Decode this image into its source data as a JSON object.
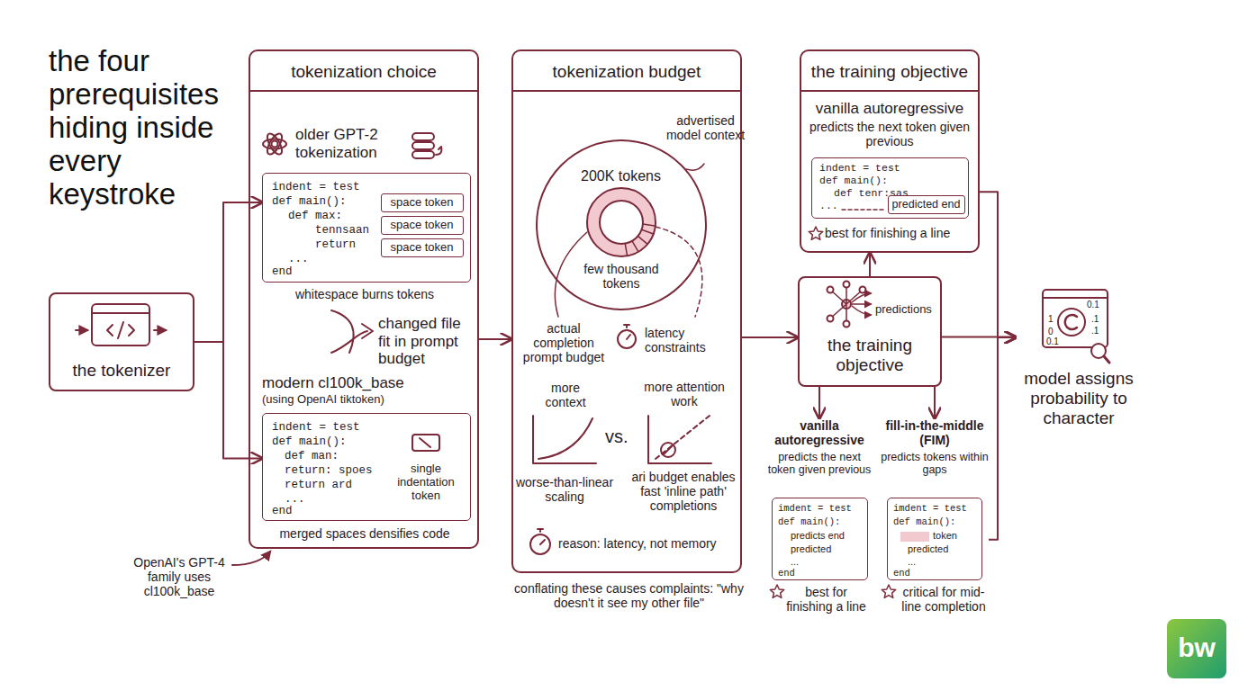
{
  "diagram": {
    "title": "the four prerequisites hiding inside every keystroke",
    "nodes": [
      {
        "text": [
          "the tokenizer"
        ]
      },
      {
        "text": [
          "tokenization choice"
        ]
      },
      {
        "text": [
          "indent = test",
          "def main():",
          "def max:",
          "tennsaan",
          "return",
          "...",
          "end"
        ],
        "in": 1
      },
      {
        "text": [
          "space token"
        ],
        "in": 2
      },
      {
        "text": [
          "space token"
        ],
        "in": 2
      },
      {
        "text": [
          "space token"
        ],
        "in": 2
      },
      {
        "text": [
          "indent = test",
          "def main():",
          "def man:",
          "return: spoes",
          "return ard",
          "...",
          "end",
          "single indentation token"
        ],
        "in": 1
      },
      {
        "text": [
          "tokenization budget"
        ]
      },
      {
        "text": [
          "200K tokens",
          "few thousand tokens"
        ],
        "in": 7
      },
      {
        "text": [
          "the training objective",
          "vanilla autoregressive",
          "predicts the next token given previous",
          "best for finishing a line"
        ]
      },
      {
        "text": [
          "indent = test",
          "def main():",
          "def tenr:sas",
          "..."
        ],
        "in": 9
      },
      {
        "text": [
          "predicted end"
        ],
        "in": 10
      },
      {
        "text": [
          "predictions",
          "the training objective"
        ]
      },
      {
        "text": [
          "vanilla autoregressive",
          "predicts the next token given previous",
          "imdent = test",
          "def main():",
          "predicts end",
          "predicted",
          "...",
          "end"
        ]
      },
      {
        "text": [
          "fill-in-the-middle (FIM)",
          "predicts tokens within gaps",
          "imdent = test",
          "def main():",
          "token",
          "predicted",
          "...",
          "end"
        ]
      },
      {
        "text": [
          "model assigns probability to character"
        ]
      }
    ],
    "edges": [
      {
        "from": 0,
        "to": 2,
        "arrow": "to"
      },
      {
        "from": 0,
        "to": 6,
        "arrow": "to"
      },
      {
        "from": 1,
        "to": 7,
        "arrow": "to"
      },
      {
        "from": 7,
        "to": 12,
        "arrow": "to"
      },
      {
        "from": 12,
        "to": 9,
        "arrow": "to"
      },
      {
        "from": 12,
        "to": 13,
        "arrow": "to"
      },
      {
        "from": 12,
        "to": 14,
        "arrow": "to"
      },
      {
        "from": 12,
        "to": 15,
        "arrow": "to"
      },
      {
        "from": 9,
        "to": 15,
        "arrow": "to"
      },
      {
        "from": 14,
        "to": 15,
        "arrow": "to"
      }
    ],
    "labels": [
      "older GPT-2 tokenization",
      "whitespace burns tokens",
      "changed file fit in prompt budget",
      "modern cl100k_base",
      "(using OpenAI tiktoken)",
      "merged spaces densifies code",
      "OpenAI's GPT-4 family uses cl100k_base",
      "advertised model context",
      "actual completion prompt budget",
      "latency constraints",
      "more context",
      "vs.",
      "more attention work",
      "worse-than-linear scaling",
      "ari budget enables fast 'inline path' completions",
      "reason: latency, not memory",
      "conflating these causes complaints: \"why doesn't it see my other file\"",
      "best for finishing a line",
      "critical for mid-line completion",
      "0.1",
      "1",
      "0",
      "0.1",
      ".1",
      ".1",
      "bw"
    ]
  }
}
